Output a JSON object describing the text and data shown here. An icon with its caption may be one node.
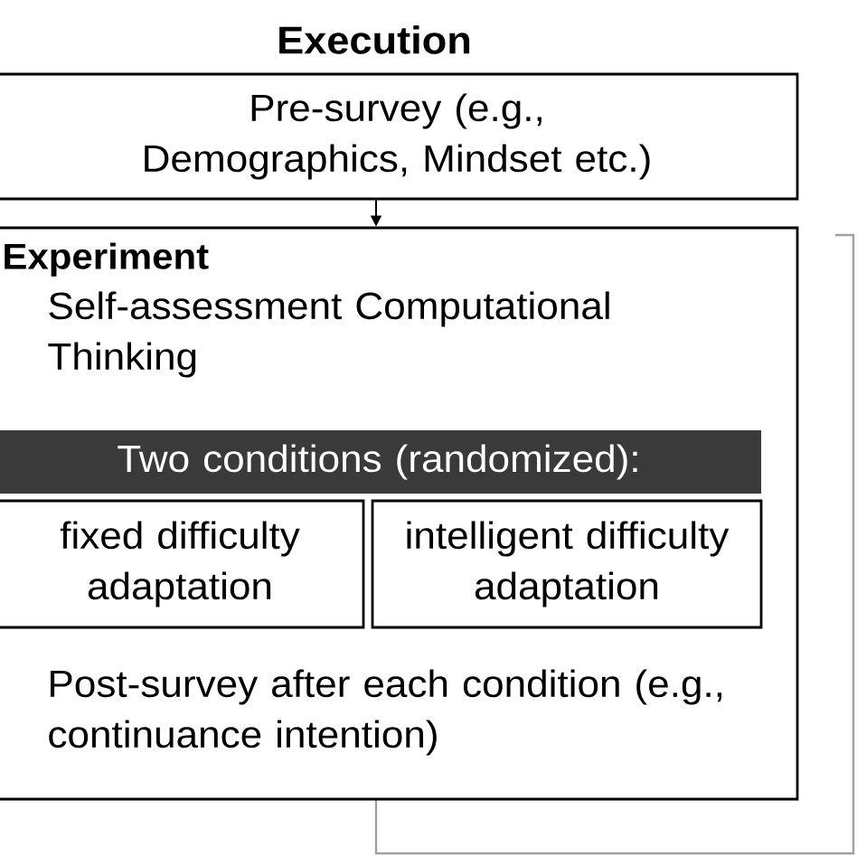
{
  "diagram": {
    "title": "Execution",
    "nodes": [
      {
        "text": [
          "Pre-survey (e.g., Demographics, Mindset etc.)"
        ]
      },
      {
        "text": [
          "Experiment",
          "Self-assessment Computational Thinking",
          "Post-survey after each condition (e.g., continuance intention)"
        ]
      },
      {
        "text": [
          "Two conditions (randomized):"
        ],
        "in": 1
      },
      {
        "text": [
          "fixed difficulty adaptation"
        ],
        "in": 1
      },
      {
        "text": [
          "intelligent difficulty adaptation"
        ],
        "in": 1
      }
    ],
    "edges": [
      {
        "from": 0,
        "to": 1,
        "arrow": "to"
      }
    ]
  }
}
